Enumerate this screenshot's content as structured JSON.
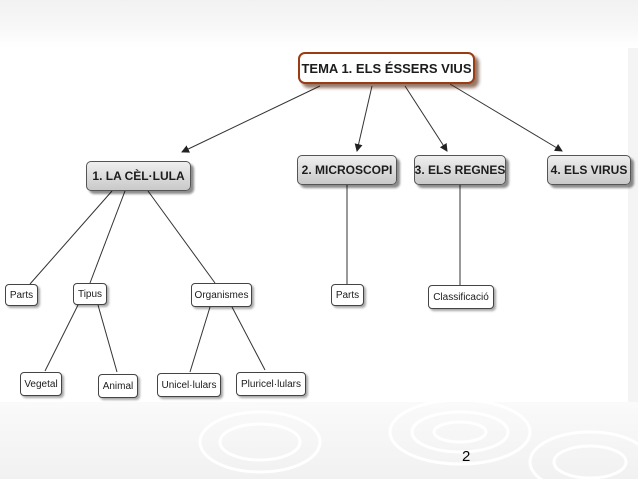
{
  "diagram": {
    "title": "TEMA 1. ELS ÉSSERS VIUS",
    "main_topics": [
      "1. LA CÈL·LULA",
      "2. MICROSCOPI",
      "3. ELS REGNES",
      "4. ELS VIRUS"
    ],
    "cell_subtopics": [
      "Parts",
      "Tipus",
      "Organismes"
    ],
    "cell_types": [
      "Vegetal",
      "Animal"
    ],
    "organism_types": [
      "Unicel·lulars",
      "Pluricel·lulars"
    ],
    "microscope_subtopic": "Parts",
    "kingdoms_subtopic": "Classificació"
  },
  "page_number": "2",
  "colors": {
    "title_border": "#9a3d12",
    "node_gradient_top": "#efefef",
    "node_gradient_bottom": "#c9c9c9",
    "line": "#333333"
  }
}
